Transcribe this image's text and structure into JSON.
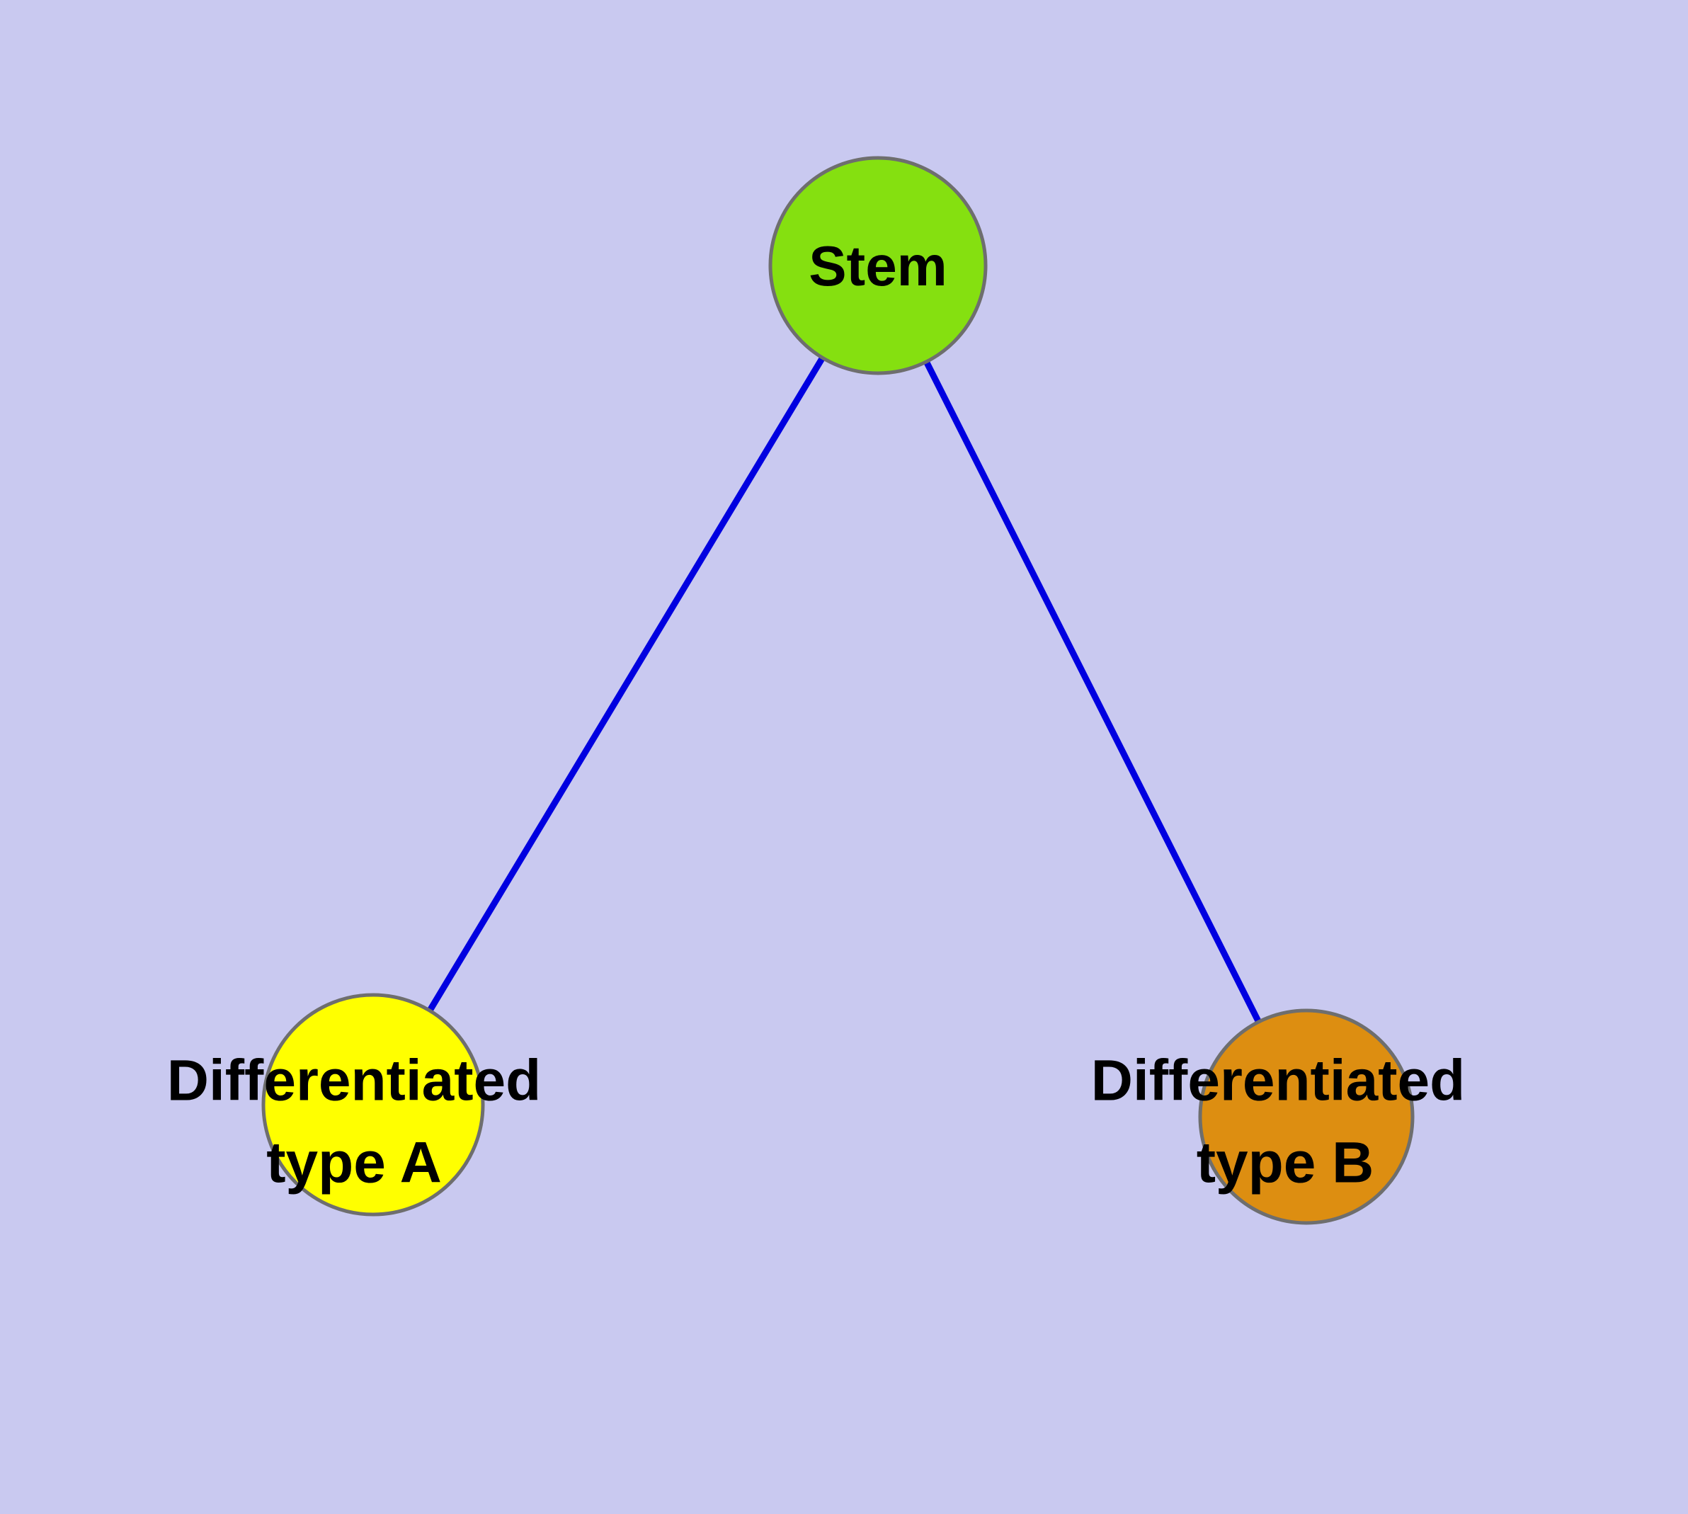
{
  "title": "Stem cell differentiation diagram",
  "colors": {
    "background": "#c9c9f0",
    "edge": "#0000e0",
    "node_border": "#6e6e6e",
    "stem_fill": "#85e010",
    "type_a_fill": "#ffff00",
    "type_b_fill": "#dd8e11"
  },
  "nodes": {
    "stem": {
      "label": "Stem"
    },
    "type_a": {
      "label_line1": "Differentiated",
      "label_line2": "type A"
    },
    "type_b": {
      "label_line1": "Differentiated",
      "label_line2": "type B"
    }
  },
  "edges": [
    {
      "from": "stem",
      "to": "type_a"
    },
    {
      "from": "stem",
      "to": "type_b"
    }
  ]
}
